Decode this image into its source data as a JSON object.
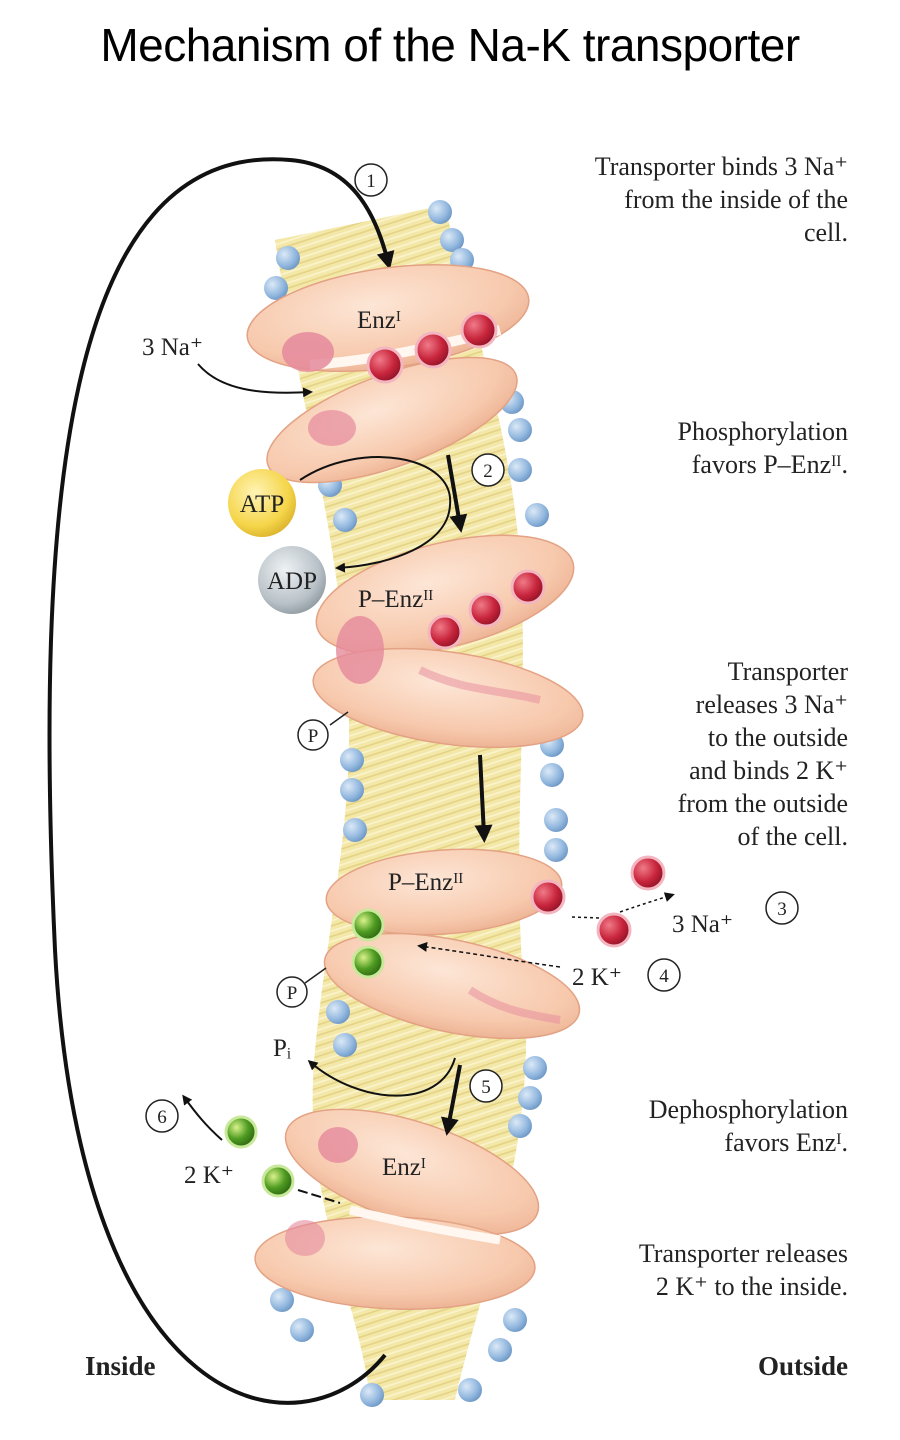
{
  "title": "Mechanism of the Na-K transporter",
  "colors": {
    "membrane_yellow": "#f3e7a4",
    "lipid_head_blue": "#8fb5dd",
    "enzyme_fill": "#f7c9ad",
    "sodium_red": "#c8253c",
    "potassium_green": "#4f9c22",
    "atp_yellow": "#f5d54a",
    "adp_gray": "#b9c2c8"
  },
  "steps": {
    "s1": {
      "num": "1",
      "lines": [
        "Transporter binds 3 Na⁺",
        "from the inside of the",
        "cell."
      ]
    },
    "s2": {
      "num": "2",
      "lines": [
        "Phosphorylation",
        "favors P–Enzᴵᴵ."
      ]
    },
    "s3_4": {
      "lines": [
        "Transporter",
        "releases 3 Na⁺",
        "to the outside",
        "and binds 2 K⁺",
        "from the outside",
        "of the cell."
      ]
    },
    "s3": {
      "num": "3"
    },
    "s4": {
      "num": "4"
    },
    "s5": {
      "num": "5",
      "lines": [
        "Dephosphorylation",
        "favors Enzᴵ."
      ]
    },
    "s6": {
      "num": "6",
      "lines": [
        "Transporter releases",
        "2 K⁺ to the inside."
      ]
    }
  },
  "labels": {
    "enz1_top": "Enzᴵ",
    "enz2_a": "P–Enzᴵᴵ",
    "enz2_b": "P–Enzᴵᴵ",
    "enz1_bottom": "Enzᴵ",
    "na_in": "3 Na⁺",
    "na_out": "3 Na⁺",
    "k_out": "2 K⁺",
    "k_in": "2 K⁺",
    "atp": "ATP",
    "adp": "ADP",
    "p1": "P",
    "p2": "P",
    "pi": "Pᵢ",
    "inside": "Inside",
    "outside": "Outside"
  }
}
